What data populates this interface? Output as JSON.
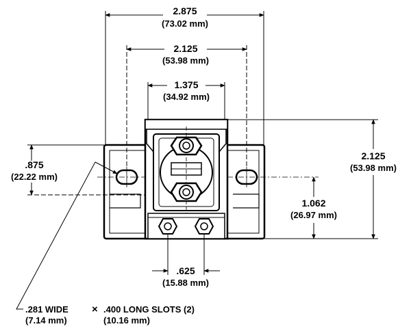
{
  "dimensions": {
    "overall_width": {
      "in": "2.875",
      "mm": "(73.02 mm)"
    },
    "slot_spacing": {
      "in": "2.125",
      "mm": "(53.98 mm)"
    },
    "housing_width": {
      "in": "1.375",
      "mm": "(34.92 mm)"
    },
    "overall_height": {
      "in": "2.125",
      "mm": "(53.98 mm)"
    },
    "slot_offset": {
      "in": ".875",
      "mm": "(22.22 mm)"
    },
    "slot_to_bottom": {
      "in": "1.062",
      "mm": "(26.97 mm)"
    },
    "terminal_spacing": {
      "in": ".625",
      "mm": "(15.88 mm)"
    }
  },
  "slots_note": {
    "line1_a": ".281 WIDE",
    "line1_x": "×",
    "line1_b": ".400 LONG SLOTS (2)",
    "line2_a": "(7.14 mm)",
    "line2_b": "(10.16 mm)"
  }
}
